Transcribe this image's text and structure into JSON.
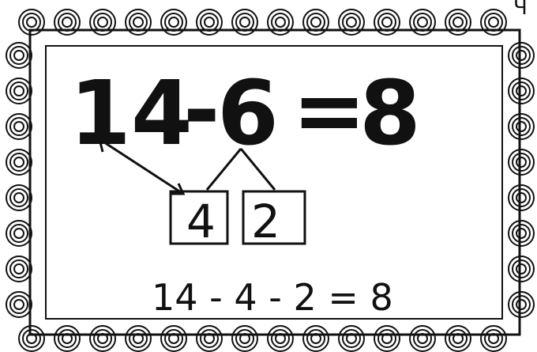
{
  "card": {
    "corner_mark": "Ч",
    "main_equation": {
      "minuend": "14",
      "minus": "-",
      "subtrahend": "6",
      "equals": "=",
      "result": "8"
    },
    "split_boxes": [
      "4",
      "2"
    ],
    "worked_equation": "14 - 4 - 2 = 8"
  },
  "colors": {
    "ink": "#111111",
    "paper": "#ffffff"
  }
}
